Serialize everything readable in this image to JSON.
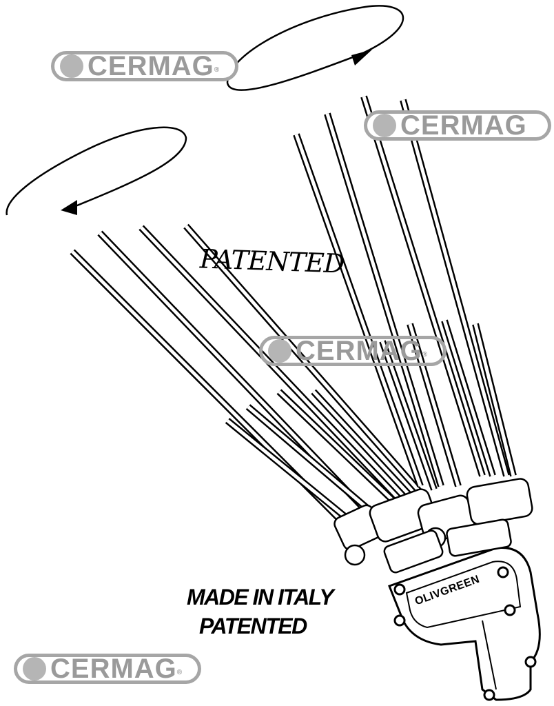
{
  "watermarks": {
    "brand": "CERMAG",
    "registered": "®"
  },
  "labels": {
    "patented_script": "PATENTED",
    "made_in_italy": "MADE IN ITALY",
    "patented": "PATENTED",
    "device_model": "OLIVGREEN"
  },
  "icons": [
    "rotation-arrow-clockwise",
    "rotation-arrow-counterclockwise",
    "cermag-leaf-logo"
  ]
}
